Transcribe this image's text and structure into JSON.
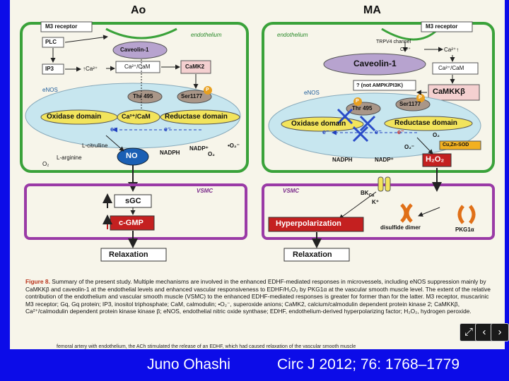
{
  "figure": {
    "left_title": "Ao",
    "right_title": "MA",
    "left": {
      "m3": "M3 receptor",
      "endothelium": "endothelium",
      "plc": "PLC",
      "ip3": "IP3",
      "ca_up": "↑Ca²⁺",
      "caveolin": "Caveolin-1",
      "ca_cam": "Ca²⁺/CaM",
      "camk2": "CaMK2",
      "enos": "eNOS",
      "thr": "Thr 495",
      "ser": "Ser1177",
      "p": "P",
      "oxidase": "Oxidase domain",
      "ca_cam_mid": "Ca²⁺/CaM",
      "reductase": "Reductase domain",
      "e": "e⁻",
      "l_citrulline": "L-citrulline",
      "l_arginine": "L-arginine",
      "o2_left": "O₂",
      "no": "NO",
      "nadph": "NADPH",
      "nadp": "NADP⁺",
      "o2": "O₂",
      "superoxide": "•O₂⁻",
      "vsmc": "VSMC",
      "sgc": "sGC",
      "cgmp": "c-GMP",
      "relaxation": "Relaxation"
    },
    "right": {
      "m3": "M3 receptor",
      "endothelium": "endothelium",
      "trpv4": "TRPV4 channel",
      "ca_plus": "Ca²⁺",
      "ca_up": "Ca²⁺↑",
      "caveolin": "Caveolin-1",
      "ca_cam": "Ca²⁺/CaM",
      "ampk": "? (not AMPK/PI3K)",
      "enos": "eNOS",
      "camkk": "CaMKKβ",
      "thr": "Thr 495",
      "ser": "Ser1177",
      "p": "P",
      "oxidase": "Oxidase domain",
      "reductase": "Reductase domain",
      "e": "e⁻",
      "o2": "O₂",
      "o2_minus": "O₂⁻",
      "cuzn_sod": "Cu,Zn-SOD",
      "nadph": "NADPH",
      "nadp": "NADP⁺",
      "h2o2": "H₂O₂",
      "vsmc": "VSMC",
      "bkca": "BK",
      "bkca_sub": "Ca",
      "k_plus": "K⁺",
      "hyperpolarization": "Hyperpolarization",
      "disulfide": "disulfide dimer",
      "pkg": "PKG1α",
      "relaxation": "Relaxation"
    },
    "caption_fig": "Figure 8.",
    "caption": "Summary of the present study. Multiple mechanisms are involved in the enhanced EDHF-mediated responses in microvessels, including eNOS suppression mainly by CaMKKβ and caveolin-1 at the endothelial levels and enhanced vascular responsiveness to EDHF/H₂O₂ by PKG1α at the vascular smooth muscle level. The extent of the relative contribution of the endothelium and vascular smooth muscle (VSMC) to the enhanced EDHF-mediated responses is greater for former than for the latter. M3 receptor, muscarinic M3 receptor; Gq, Gq protein; IP3, inositol triphosphate; CaM, calmodulin; •O₂⁻, superoxide anions; CaMK2, calcium/calmodulin dependent protein kinase 2; CaMKKβ, Ca²⁺/calmodulin dependent protein kinase kinase β; eNOS, endothelial nitric oxide synthase; EDHF, endothelium-derived hyperpolarizing factor; H₂O₂, hydrogen peroxide.",
    "caption_cut": "femoral artery with endothelium, the ACh stimulated the release of an EDHF, which had caused relaxation of the vascular smooth muscle"
  },
  "footer": {
    "author": "Juno Ohashi",
    "citation": "Circ J 2012; 76: 1768–1779"
  },
  "controls": {
    "expand": "⤢",
    "prev": "‹",
    "next": "›"
  },
  "colors": {
    "background": "#0c0ce8",
    "panel": "#f7f5ea",
    "endothelium_border": "#3aa23a",
    "vsmc_border": "#9a3aa6",
    "enos_fill": "#c7e6ef",
    "domain_fill": "#f2e45c",
    "caveolin_fill": "#b7a3cf",
    "red_box": "#c42020"
  }
}
